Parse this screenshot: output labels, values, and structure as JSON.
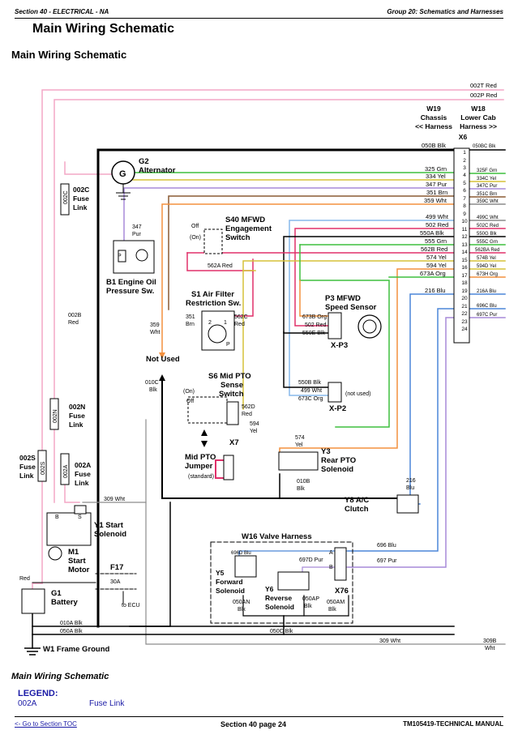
{
  "header": {
    "section": "Section 40 - ELECTRICAL - NA",
    "group": "Group 20: Schematics and Harnesses",
    "main_title": "Main Wiring Schematic",
    "subtitle": "Main Wiring Schematic"
  },
  "components": {
    "g2": [
      "G2",
      "Alternator"
    ],
    "b1": [
      "B1 Engine Oil",
      "Pressure Sw."
    ],
    "s40": [
      "S40 MFWD",
      "Engagement",
      "Switch"
    ],
    "s1": [
      "S1 Air Filter",
      "Restriction Sw."
    ],
    "p3": [
      "P3 MFWD",
      "Speed Sensor"
    ],
    "s6": [
      "S6 Mid PTO",
      "Sense",
      "Switch"
    ],
    "mid_pto": [
      "Mid PTO",
      "Jumper",
      "(standard)"
    ],
    "y3": [
      "Y3",
      "Rear PTO",
      "Solenoid"
    ],
    "y8": [
      "Y8 A/C",
      "Clutch"
    ],
    "y1": [
      "Y1 Start",
      "Solenoid"
    ],
    "m1": [
      "M1",
      "Start",
      "Motor"
    ],
    "g1": [
      "G1",
      "Battery"
    ],
    "w1": "W1 Frame Ground",
    "w16": "W16 Valve Harness",
    "y5": [
      "Y5",
      "Forward",
      "Solenoid"
    ],
    "y6": [
      "Y6",
      "Reverse",
      "Solenoid"
    ],
    "f17": "F17",
    "f17_rating": "30A",
    "to_ecu": "to ECU",
    "not_used": "Not Used",
    "not_used_small": "(not used)",
    "fuse_002c": [
      "002C",
      "Fuse",
      "Link"
    ],
    "fuse_002n": [
      "002N",
      "Fuse",
      "Link"
    ],
    "fuse_002s": [
      "002S",
      "Fuse",
      "Link"
    ],
    "fuse_002a": [
      "002A",
      "Fuse",
      "Link"
    ]
  },
  "connectors": {
    "w19": [
      "W19",
      "Chassis",
      "<< Harness"
    ],
    "w18": [
      "W18",
      "Lower Cab",
      "Harness >>"
    ],
    "x6": "X6",
    "x6_pins": [
      "1",
      "2",
      "3",
      "4",
      "5",
      "6",
      "7",
      "8",
      "9",
      "10",
      "11",
      "12",
      "13",
      "14",
      "15",
      "16",
      "17",
      "18",
      "19",
      "20",
      "21",
      "22",
      "23",
      "24"
    ],
    "xp3": "X-P3",
    "xp2": "X-P2",
    "x7": "X7",
    "x76": "X76"
  },
  "switch_labels": {
    "off": "Off",
    "on": "(On)",
    "p": "P",
    "b": "B",
    "s": "S",
    "a": "A",
    "pin1": "1",
    "pin2": "2"
  },
  "wires": {
    "w002t": "002T Red",
    "w002p": "002P Red",
    "w050b": "050B Blk",
    "w050bc": "050BC Blk",
    "w325": "325 Grn",
    "w325f": "325F Grn",
    "w334": "334 Yel",
    "w334c": "334C Yel",
    "w347": "347 Pur",
    "w347c": "347C Pur",
    "w351": "351 Brn",
    "w351c": "351C Brn",
    "w359": "359 Wht",
    "w359c": "359C Wht",
    "w499": "499 Wht",
    "w499c": "499C Wht",
    "w502": "502 Red",
    "w502c": "502C Red",
    "w550a": "550A Blk",
    "w550g": "550G Blk",
    "w555": "555 Grn",
    "w555c": "555C Grn",
    "w562b": "562B Red",
    "w562ba": "562BA Red",
    "w574": "574 Yel",
    "w574b": "574B Yel",
    "w594": "594 Yel",
    "w594d": "594D Yel",
    "w673a": "673A Org",
    "w673h": "673H Org",
    "w216": "216 Blu",
    "w216a": "216A Blu",
    "w696c": "696C Blu",
    "w697c": "697C Pur",
    "w002c_v": "002C",
    "w347_b1": [
      "347",
      "Pur"
    ],
    "w562a": "562A Red",
    "w351_s1": [
      "351",
      "Brn"
    ],
    "w562c": [
      "562C",
      "Red"
    ],
    "w359_v": [
      "359",
      "Wht"
    ],
    "w673b": "673B Org",
    "w502_p3": "502 Red",
    "w550e": "550E Blk",
    "w002b": [
      "002B",
      "Red"
    ],
    "w010c": [
      "010C",
      "Blk"
    ],
    "w550b": "550B Blk",
    "w499_p2": "499 Wht",
    "w673c": "673C Org",
    "w562d": [
      "562D",
      "Red"
    ],
    "w594_s6": [
      "594",
      "Yel"
    ],
    "w574_y3": [
      "574",
      "Yel"
    ],
    "w010b": [
      "010B",
      "Blk"
    ],
    "w216_y8": [
      "216",
      "Blu"
    ],
    "w309": "309 Wht",
    "w309b": [
      "309B",
      "Wht"
    ],
    "w696": "696 Blu",
    "w697": "697 Pur",
    "w696d": "696D Blu",
    "w697d": "697D Pur",
    "w050an": [
      "050AN",
      "Blk"
    ],
    "w050ap": [
      "050AP",
      "Blk"
    ],
    "w050am": [
      "050AM",
      "Blk"
    ],
    "w050c": "050C Blk",
    "w010a": "010A Blk",
    "w050a": "050A Blk",
    "w_red": "Red",
    "w309_bottom": "309 Wht"
  },
  "footer": {
    "bottom_title": "Main Wiring Schematic",
    "legend_title": "LEGEND:",
    "legend_code": "002A",
    "legend_desc": "Fuse Link",
    "goto_toc": "<- Go to Section TOC",
    "page": "Section 40 page 24",
    "manual": "TM105419-TECHNICAL MANUAL"
  },
  "colors": {
    "black": "#000000",
    "red": "#e0306a",
    "pink": "#f3a7c6",
    "orange": "#f4913f",
    "green": "#3fbf3f",
    "blue": "#4c86d8",
    "light_blue": "#87b8ec",
    "purple": "#a78ad8",
    "gray": "#8c8c8c",
    "brown": "#8a5a34",
    "yellow": "#d6c238",
    "link_blue": "#1a1aa6"
  }
}
